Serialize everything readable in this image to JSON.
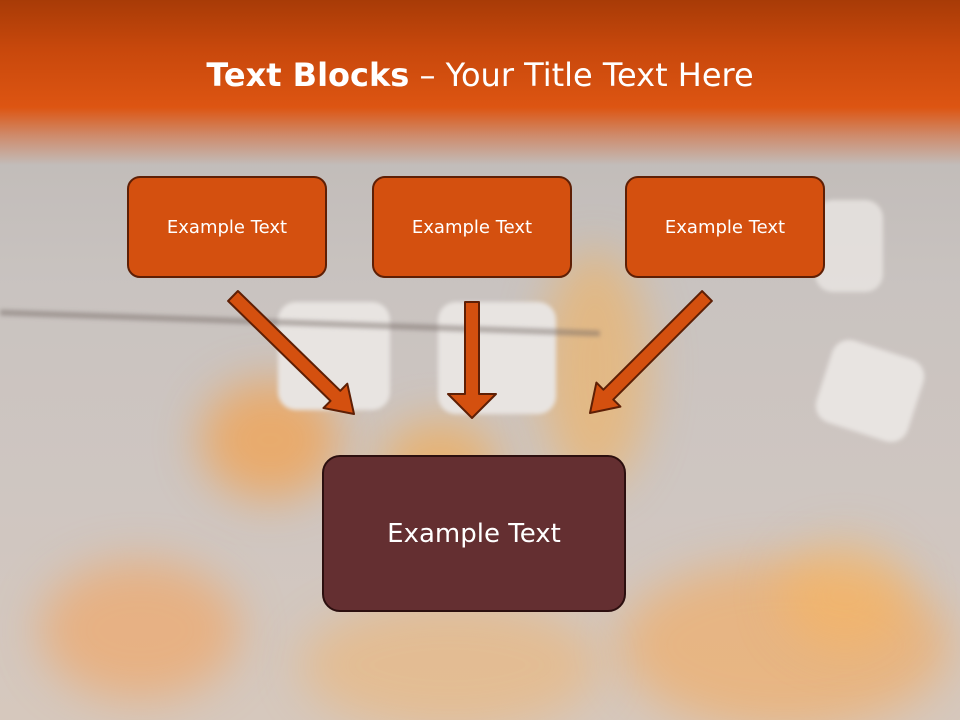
{
  "slide": {
    "title_bold": "Text Blocks",
    "title_dash": " – ",
    "title_rest": "Your Title Text Here",
    "boxes": [
      {
        "label": "Example Text"
      },
      {
        "label": "Example Text"
      },
      {
        "label": "Example Text"
      }
    ],
    "center_box": {
      "label": "Example Text"
    }
  },
  "colors": {
    "header": "#dd5512",
    "box_fill": "#d4500f",
    "box_border": "#5e1f05",
    "center_fill": "#642f31",
    "arrow_fill": "#d4500f"
  }
}
